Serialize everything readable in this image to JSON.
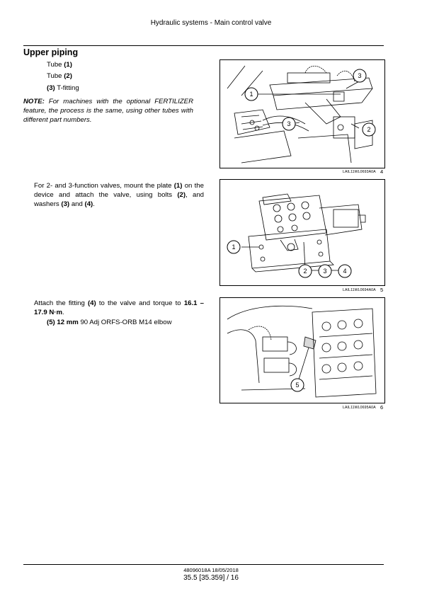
{
  "header": {
    "title": "Hydraulic systems - Main control valve"
  },
  "section": {
    "title": "Upper piping",
    "items": [
      {
        "label": "Tube",
        "ref": "(1)"
      },
      {
        "label": "Tube",
        "ref": "(2)"
      },
      {
        "ref": "(3)",
        "label": "T-fitting"
      }
    ],
    "note_label": "NOTE:",
    "note_text": "For machines with the optional FERTILIZER feature, the process is the same, using other tubes with different part numbers."
  },
  "step2": {
    "t1": "For 2- and 3-function valves, mount the plate",
    "r1": "(1)",
    "t2": "on the device and attach the valve, using bolts",
    "r2": "(2)",
    "t3": ", and washers",
    "r3": "(3)",
    "t4": "and",
    "r4": "(4)",
    "t5": "."
  },
  "step3": {
    "t1": "Attach the fitting",
    "r1": "(4)",
    "t2": "to the valve and torque to",
    "torque": "16.1 – 17.9 N·m",
    "t3": ".",
    "spec_ref": "(5) 12 mm",
    "spec_text": "90 Adj ORFS-ORB M14 elbow"
  },
  "figures": [
    {
      "code": "LAIL11WL0693A0A",
      "num": "4",
      "callouts": [
        "1",
        "2",
        "3",
        "3"
      ]
    },
    {
      "code": "LAIL11WL0694A0A",
      "num": "5",
      "callouts": [
        "1",
        "2",
        "3",
        "4"
      ]
    },
    {
      "code": "LAIL11WL0695A0A",
      "num": "6",
      "callouts": [
        "5"
      ]
    }
  ],
  "footer": {
    "doc": "48096018A 18/05/2018",
    "page": "35.5 [35.359] / 16"
  }
}
